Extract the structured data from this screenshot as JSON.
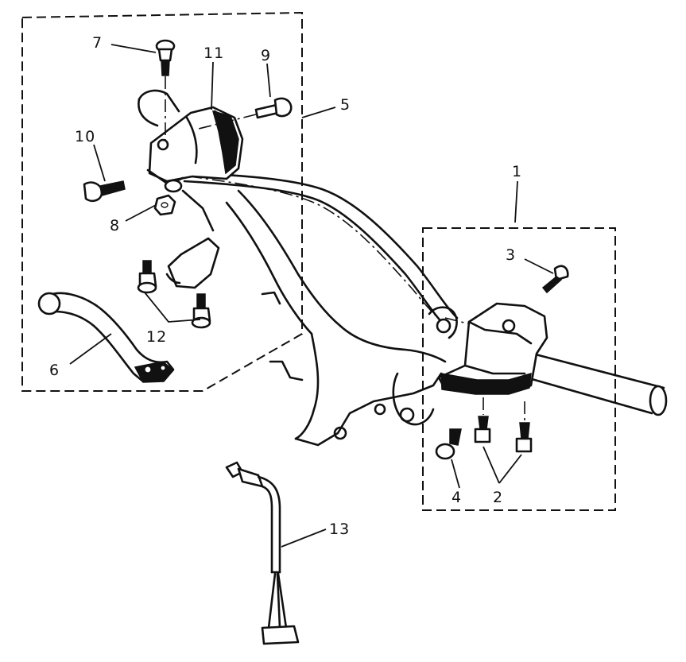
{
  "callouts": [
    {
      "id": "1",
      "text": "1"
    },
    {
      "id": "2",
      "text": "2"
    },
    {
      "id": "3",
      "text": "3"
    },
    {
      "id": "4",
      "text": "4"
    },
    {
      "id": "5",
      "text": "5"
    },
    {
      "id": "6",
      "text": "6"
    },
    {
      "id": "7",
      "text": "7"
    },
    {
      "id": "8",
      "text": "8"
    },
    {
      "id": "9",
      "text": "9"
    },
    {
      "id": "10",
      "text": "10"
    },
    {
      "id": "11",
      "text": "11"
    },
    {
      "id": "12",
      "text": "12"
    },
    {
      "id": "13",
      "text": "13"
    }
  ],
  "colors": {
    "ink": "#111111",
    "paper": "#ffffff"
  }
}
